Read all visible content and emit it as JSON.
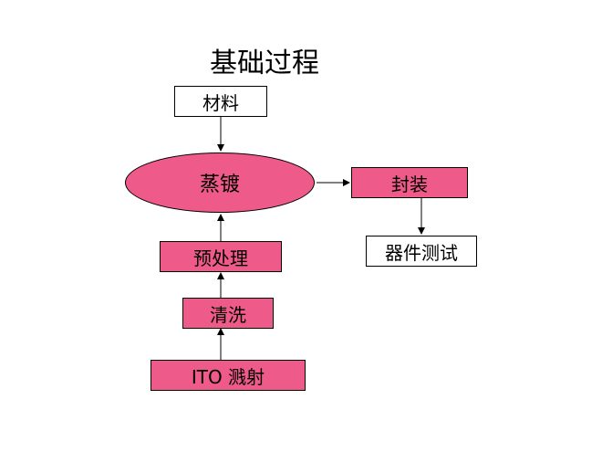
{
  "title": "基础过程",
  "nodes": {
    "materials": "材料",
    "evaporation": "蒸镀",
    "packaging": "封装",
    "device_test": "器件测试",
    "pretreatment": "预处理",
    "cleaning": "清洗",
    "ito_sputtering": "ITO 溅射"
  },
  "colors": {
    "process_fill": "#ee5a8a",
    "plain_fill": "#ffffff",
    "border": "#000000"
  }
}
